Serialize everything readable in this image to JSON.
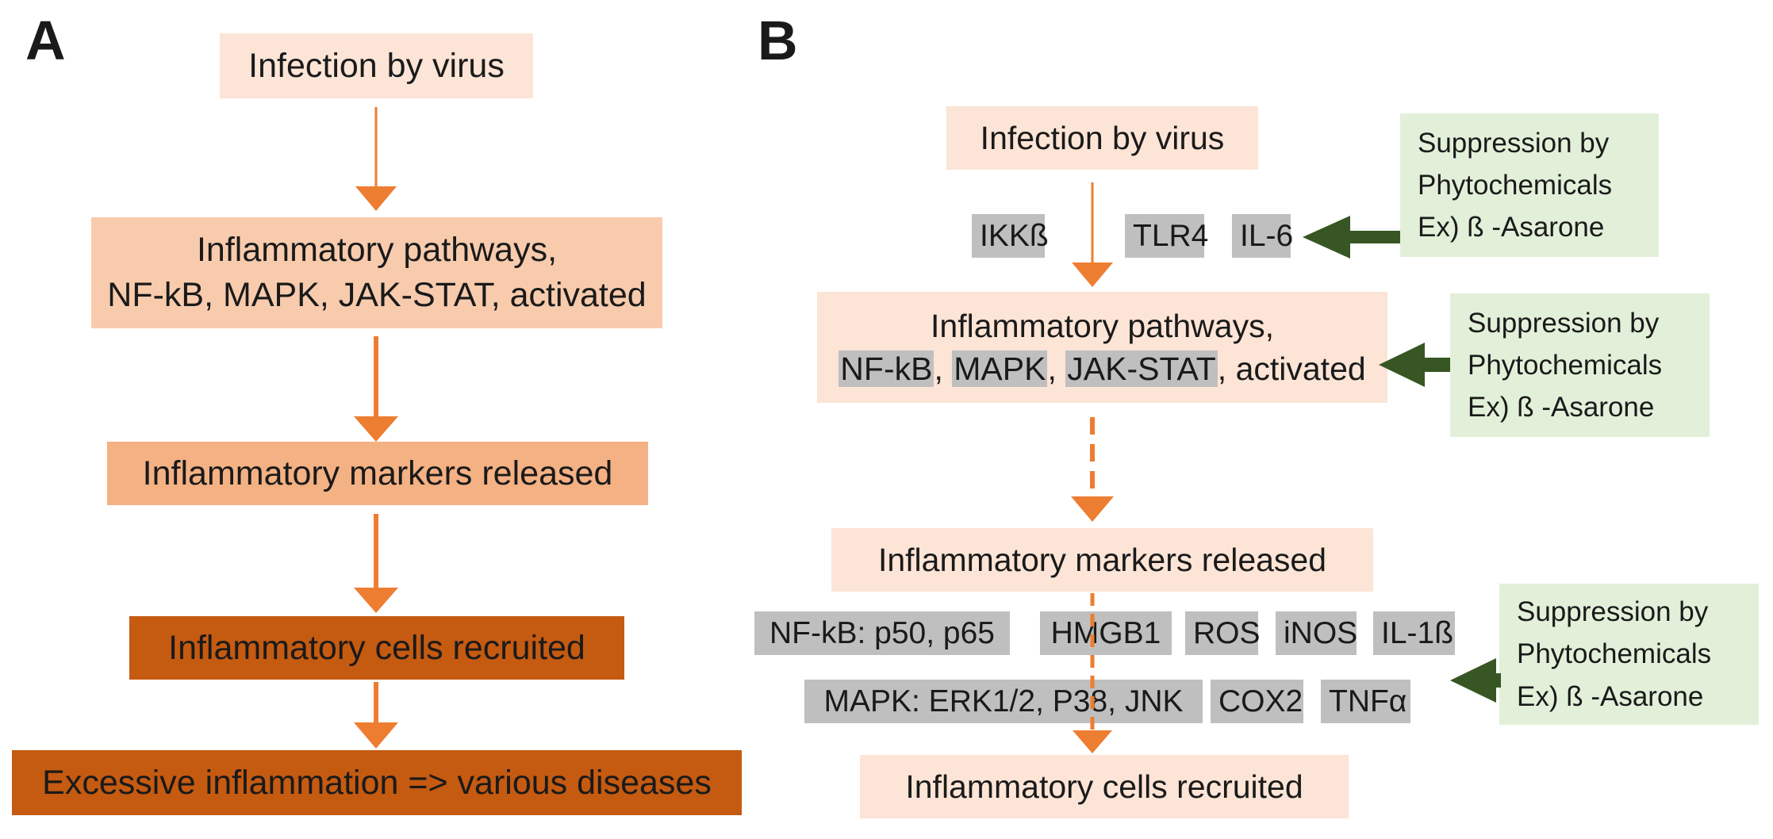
{
  "panels": {
    "a": {
      "letter": "A",
      "steps": [
        "Infection by virus",
        [
          "Inflammatory pathways,",
          "NF-kB, MAPK, JAK-STAT, activated"
        ],
        "Inflammatory markers released",
        "Inflammatory cells recruited",
        "Excessive inflammation => various diseases"
      ]
    },
    "b": {
      "letter": "B",
      "infection": "Infection by virus",
      "receptors": [
        "IKKß",
        "TLR4",
        "IL-6"
      ],
      "pathways": {
        "line1": "Inflammatory pathways,",
        "items": [
          "NF-kB",
          "MAPK",
          "JAK-STAT"
        ],
        "sep": ", ",
        "suffix": ", activated"
      },
      "markers_title": "Inflammatory markers released",
      "markers_row1": [
        "NF-kB: p50, p65",
        "HMGB1",
        "ROS",
        "iNOS",
        "IL-1ß"
      ],
      "markers_row2": [
        "MAPK: ERK1/2, P38, JNK",
        "COX2",
        "TNFα"
      ],
      "cells": "Inflammatory cells recruited",
      "suppression": [
        "Suppression by",
        "Phytochemicals",
        "Ex) ß -Asarone"
      ]
    }
  },
  "colors": {
    "lightest": "#fce4d6",
    "light": "#f8cbad",
    "medium": "#f4b183",
    "dark": "#c55a11",
    "arrow": "#ed7d31",
    "green_fill": "#e2f0d9",
    "green_arrow": "#375623",
    "tag": "#bfbfbf"
  }
}
